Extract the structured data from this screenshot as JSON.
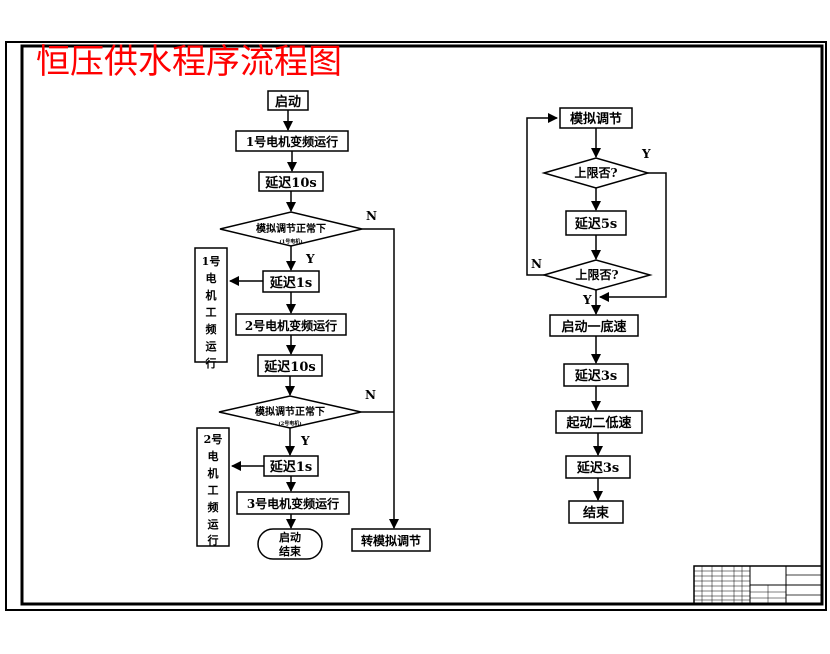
{
  "title": "恒压供水程序流程图",
  "colors": {
    "frame": "#000000",
    "title": "#ff0000",
    "background": "#ffffff"
  },
  "left_flow": {
    "start": "启动",
    "motor1_vf": "1号电机变频运行",
    "delay1": "延迟10s",
    "decision1": "模拟调节正常下",
    "decision1_note": "(1号电机)",
    "yes1": "Y",
    "no1": "N",
    "side1": "1号电机工频运行",
    "delay2": "延迟1s",
    "motor2_vf": "2号电机变频运行",
    "delay3": "延迟10s",
    "decision2": "模拟调节正常下",
    "decision2_note": "(2号电机)",
    "yes2": "Y",
    "no2": "N",
    "side2": "2号电机工频运行",
    "delay4": "延迟1s",
    "motor3_vf": "3号电机变频运行",
    "end_line1": "启动",
    "end_line2": "结束",
    "goto_analog": "转模拟调节"
  },
  "right_flow": {
    "analog": "模拟调节",
    "upper1": "上限否?",
    "upper1_yes": "Y",
    "delay5": "延迟5s",
    "upper2": "上限否?",
    "upper2_no": "N",
    "upper2_yes": "Y",
    "start_low1": "启动一底速",
    "delay6": "延迟3s",
    "start_low2": "起动二低速",
    "delay7": "延迟3s",
    "end": "结束"
  }
}
